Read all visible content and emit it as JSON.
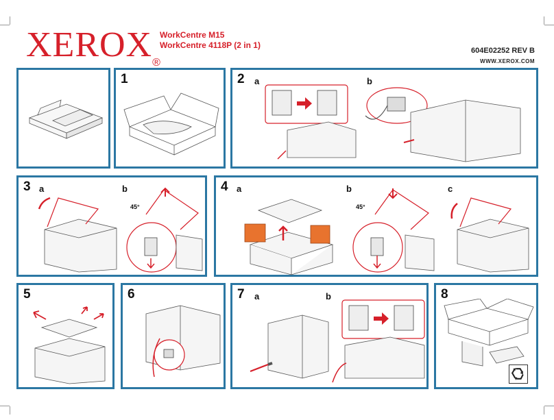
{
  "header": {
    "logo_text": "XEROX",
    "registered_mark": "®",
    "model_line_1": "WorkCentre M15",
    "model_line_2": "WorkCentre 4118P (2 in 1)",
    "doc_number": "604E02252 REV B",
    "website": "WWW.XEROX.COM"
  },
  "steps": {
    "s1": "1",
    "s2": "2",
    "s3": "3",
    "s4": "4",
    "s5": "5",
    "s6": "6",
    "s7": "7",
    "s8": "8"
  },
  "substeps": {
    "a": "a",
    "b": "b",
    "c": "c"
  },
  "angle_label": "45°",
  "colors": {
    "panel_border": "#2b77a3",
    "accent_red": "#d6202a",
    "foam_orange": "#e8732e"
  },
  "icons": {
    "recycle": "recycle-icon"
  }
}
